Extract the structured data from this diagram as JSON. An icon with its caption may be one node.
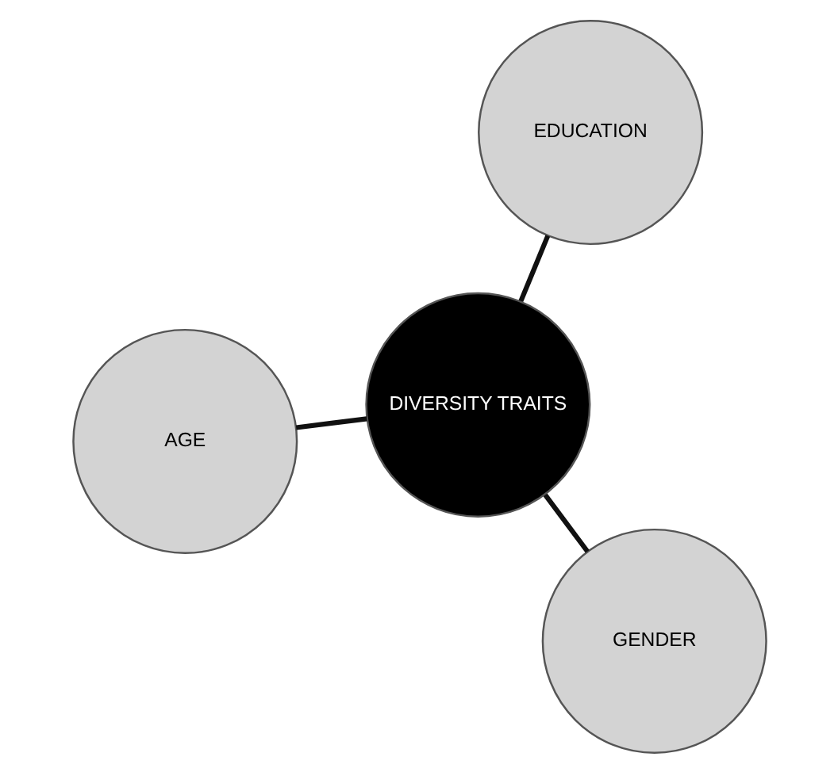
{
  "diagram": {
    "nodes": [
      {
        "text": [
          "AGE"
        ]
      },
      {
        "text": [
          "DIVERSITY TRAITS"
        ]
      },
      {
        "text": [
          "GENDER"
        ]
      },
      {
        "text": [
          "EDUCATION"
        ]
      }
    ],
    "edges": [
      {
        "from": 1,
        "to": 0,
        "arrow": "none"
      },
      {
        "from": 1,
        "to": 2,
        "arrow": "none"
      },
      {
        "from": 1,
        "to": 3,
        "arrow": "none"
      }
    ]
  }
}
